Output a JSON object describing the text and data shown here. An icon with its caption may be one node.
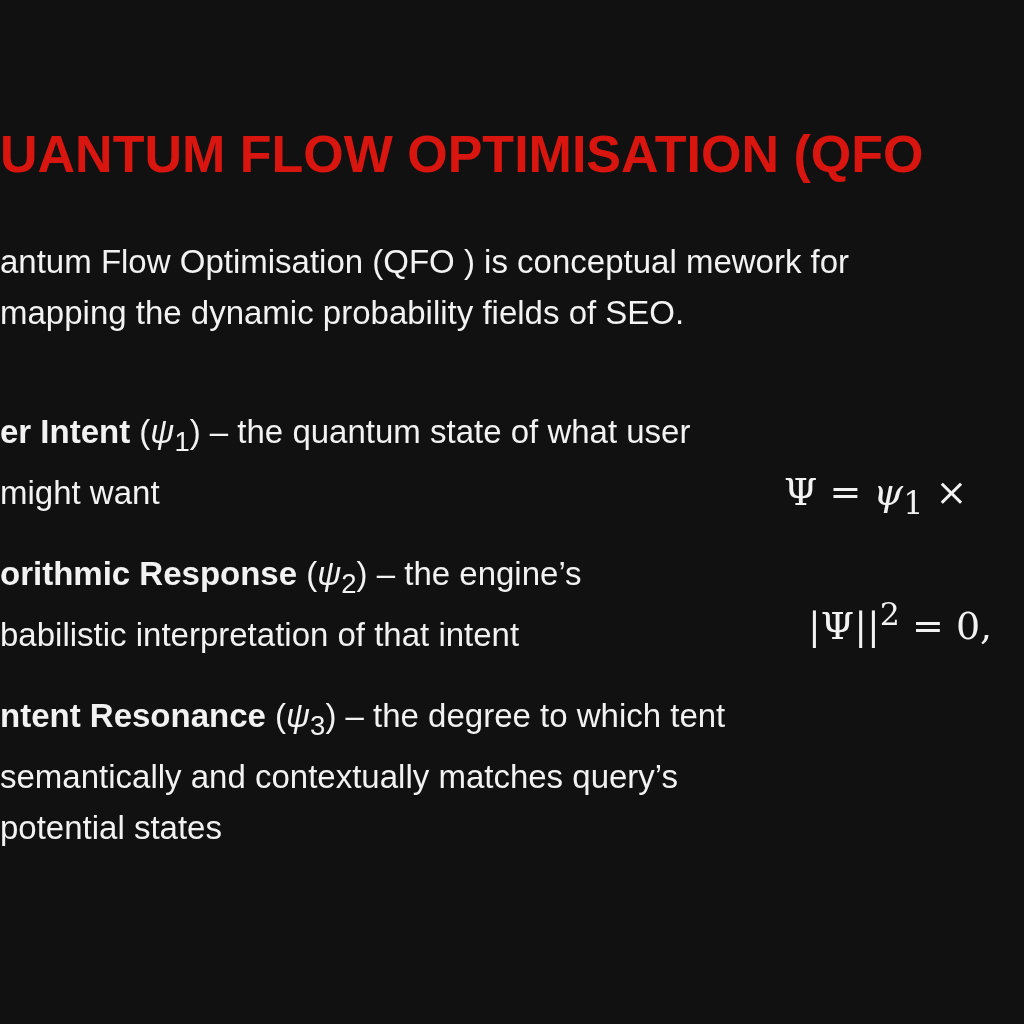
{
  "diagram": {
    "title": "UANTUM FLOW OPTIMISATION (QFO",
    "labels": [
      "antum Flow Optimisation (QFO ) is conceptual mework for mapping the dynamic probability fields of SEO.",
      "**er Intent** (*ψ*$_{1}$) – the quantum state of what user might want",
      "**orithmic Response** (*ψ*$_{2}$) – the engine’s babilistic interpretation of that intent",
      "**ntent Resonance** (*ψ*$_{3}$) – the degree to which tent semantically and contextually matches query’s potential states",
      "Ψ = *ψ*$_{1}$ ×",
      "|Ψ||$^{2}$ = 0,"
    ]
  }
}
